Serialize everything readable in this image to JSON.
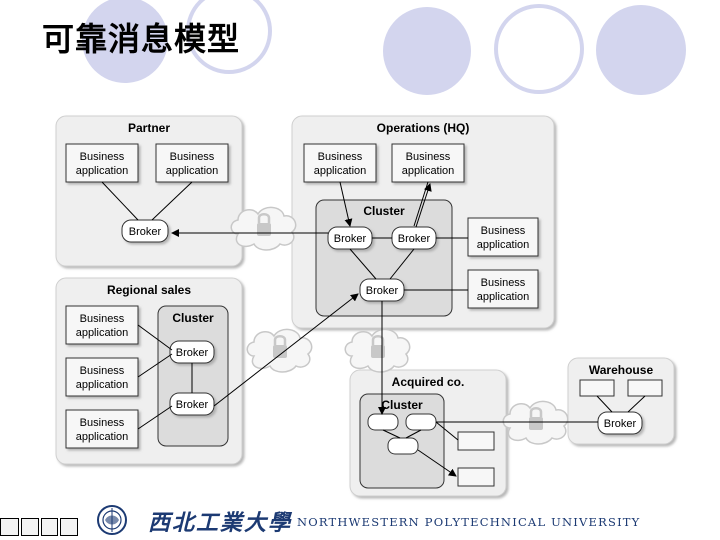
{
  "slide": {
    "title": "可靠消息模型"
  },
  "diagram": {
    "groups": {
      "partner": "Partner",
      "operations": "Operations (HQ)",
      "regional": "Regional sales",
      "acquired": "Acquired co.",
      "warehouse": "Warehouse"
    },
    "cluster_label": "Cluster",
    "broker_label": "Broker",
    "app_line1": "Business",
    "app_line2": "application"
  },
  "footer": {
    "university_cn": "西北工業大學",
    "university_en": "NORTHWESTERN POLYTECHNICAL UNIVERSITY",
    "nav": [
      "",
      "",
      "",
      ""
    ]
  },
  "colors": {
    "decor": "#d3d5ee",
    "panel": "#ececec",
    "box": "#f7f7f7",
    "uni_blue": "#1c3a73"
  }
}
